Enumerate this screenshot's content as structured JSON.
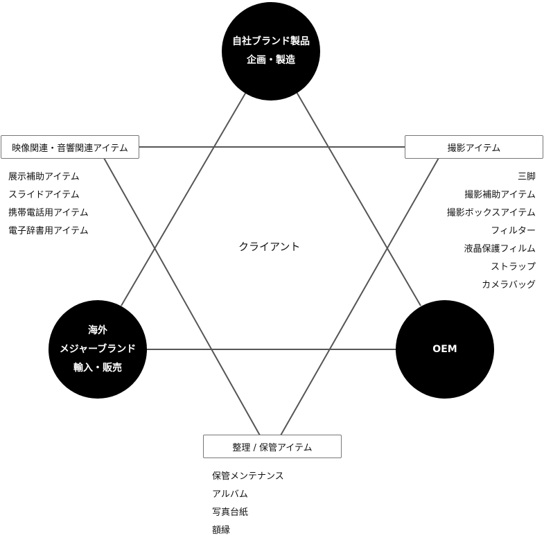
{
  "nodes": {
    "top": {
      "lines": [
        "自社ブランド製品",
        "企画・製造"
      ]
    },
    "bottom_left": {
      "lines": [
        "海外",
        "メジャーブランド",
        "輸入・販売"
      ]
    },
    "bottom_right": {
      "lines": [
        "OEM"
      ]
    }
  },
  "boxes": {
    "left": "映像関連・音響関連アイテム",
    "right": "撮影アイテム",
    "bottom": "整理 / 保管アイテム"
  },
  "center_label": "クライアント",
  "lists": {
    "left": [
      "展示補助アイテム",
      "スライドアイテム",
      "携帯電話用アイテム",
      "電子辞書用アイテム"
    ],
    "right": [
      "三脚",
      "撮影補助アイテム",
      "撮影ボックスアイテム",
      "フィルター",
      "液晶保護フィルム",
      "ストラップ",
      "カメラバッグ"
    ],
    "bottom": [
      "保管メンテナンス",
      "アルバム",
      "写真台紙",
      "額縁"
    ]
  }
}
